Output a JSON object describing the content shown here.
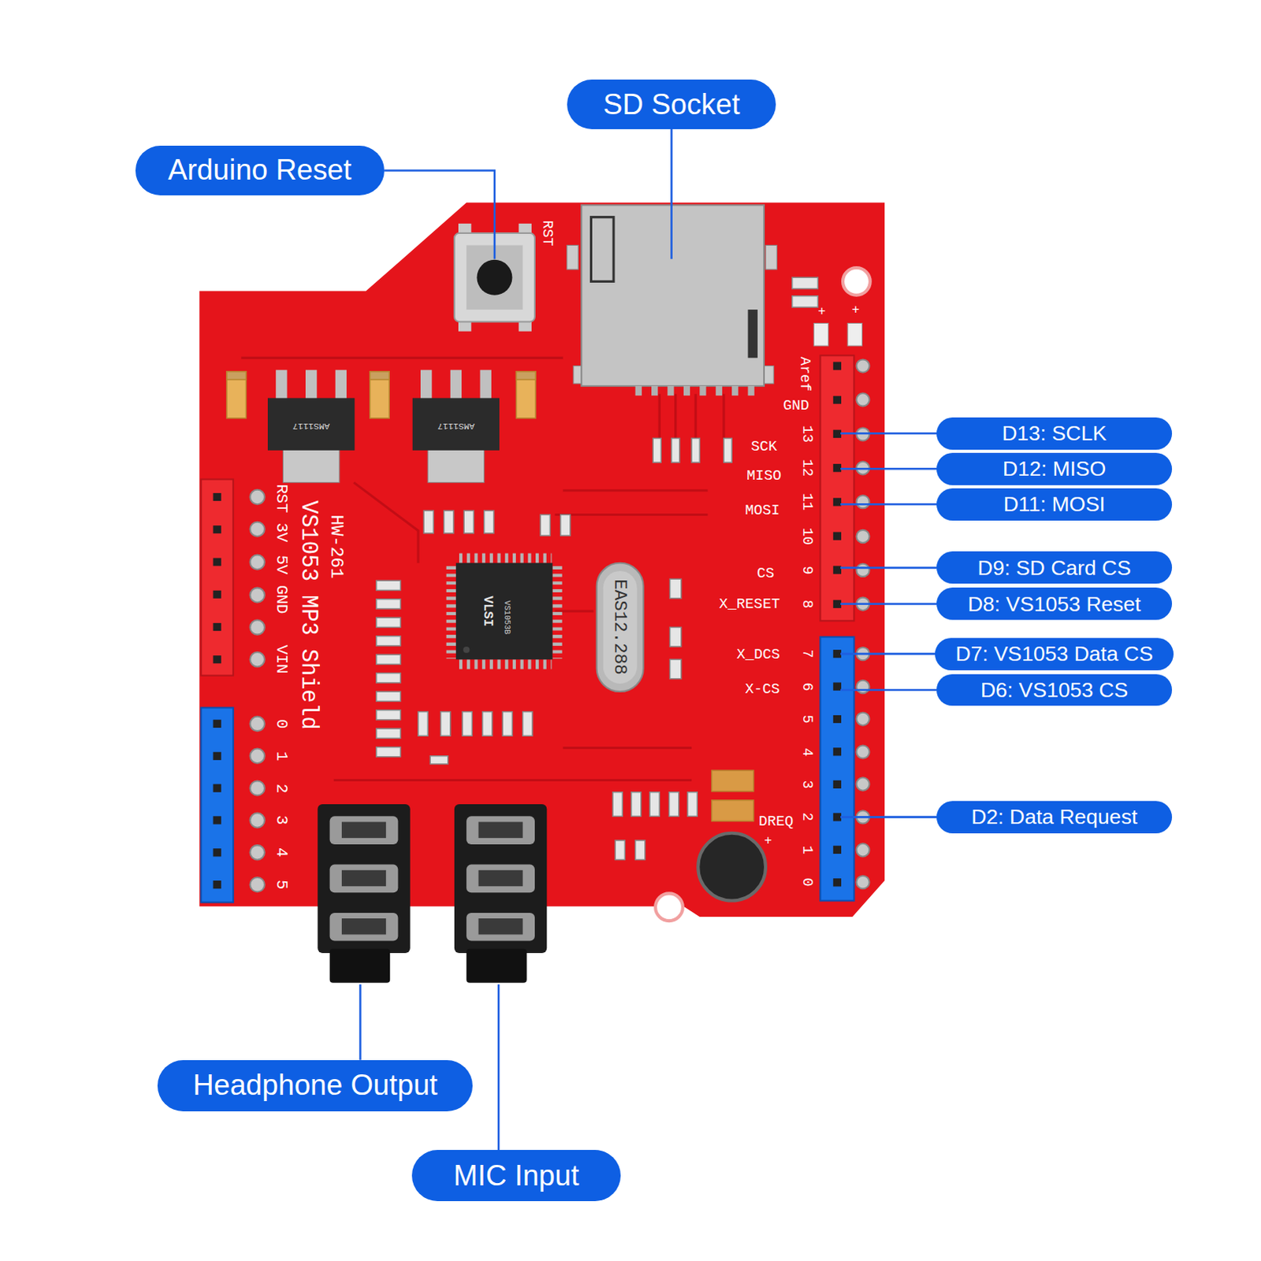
{
  "diagram": {
    "nodes": [
      {
        "text": [
          "SD Socket"
        ]
      },
      {
        "text": [
          "Arduino Reset"
        ]
      },
      {
        "text": [
          "D13: SCLK"
        ]
      },
      {
        "text": [
          "D12: MISO"
        ]
      },
      {
        "text": [
          "D11: MOSI"
        ]
      },
      {
        "text": [
          "D9: SD Card CS"
        ]
      },
      {
        "text": [
          "D8: VS1053 Reset"
        ]
      },
      {
        "text": [
          "D7: VS1053 Data CS"
        ]
      },
      {
        "text": [
          "D6: VS1053 CS"
        ]
      },
      {
        "text": [
          "D2: Data Request"
        ]
      },
      {
        "text": [
          "Headphone Output"
        ]
      },
      {
        "text": [
          "MIC Input"
        ]
      }
    ],
    "labels": [
      "RST",
      "Aref",
      "GND",
      "SCK",
      "13",
      "MISO",
      "12",
      "MOSI",
      "11",
      "10",
      "CS",
      "9",
      "X_RESET",
      "8",
      "X_DCS",
      "7",
      "X-CS",
      "6",
      "5",
      "4",
      "3",
      "DREQ",
      "2",
      "1",
      "0",
      "HW-261",
      "VS1053 MP3 Shield",
      "RST",
      "3V",
      "5V",
      "GND",
      "VIN",
      "0",
      "1",
      "2",
      "3",
      "4",
      "5",
      "VLSI",
      "VS1053B",
      "EAS12.288",
      "AMS1117",
      "AMS1117",
      "+",
      "+",
      "+"
    ]
  }
}
